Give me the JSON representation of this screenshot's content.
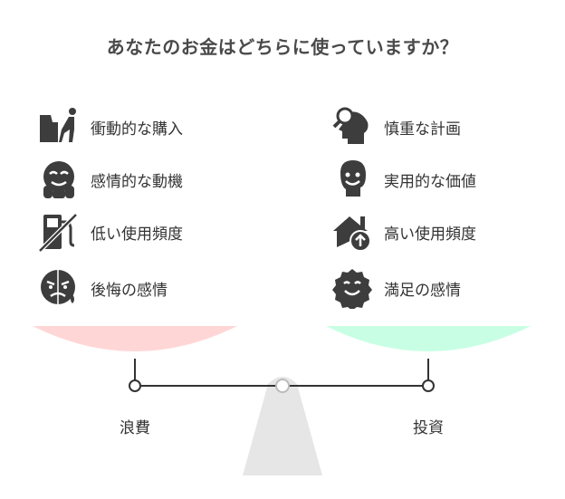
{
  "title": "あなたのお金はどちらに使っていますか？",
  "left": {
    "pan_label": "浪費",
    "pan_color": "#ffd6d6",
    "items": [
      {
        "label": "衝動的な購入",
        "icon": "impulse-shopper-icon"
      },
      {
        "label": "感情的な動機",
        "icon": "emotional-face-icon"
      },
      {
        "label": "低い使用頻度",
        "icon": "unused-fuel-pump-icon"
      },
      {
        "label": "後悔の感情",
        "icon": "regret-face-icon"
      }
    ]
  },
  "right": {
    "pan_label": "投資",
    "pan_color": "#c8ffe4",
    "items": [
      {
        "label": "慎重な計画",
        "icon": "thinking-head-icon"
      },
      {
        "label": "実用的な価値",
        "icon": "smiling-head-icon"
      },
      {
        "label": "高い使用頻度",
        "icon": "house-upgrade-icon"
      },
      {
        "label": "満足の感情",
        "icon": "satisfied-smile-icon"
      }
    ]
  },
  "colors": {
    "icon": "#3d3d3d",
    "beam": "#333333",
    "fulcrum": "#e6e6e6"
  }
}
